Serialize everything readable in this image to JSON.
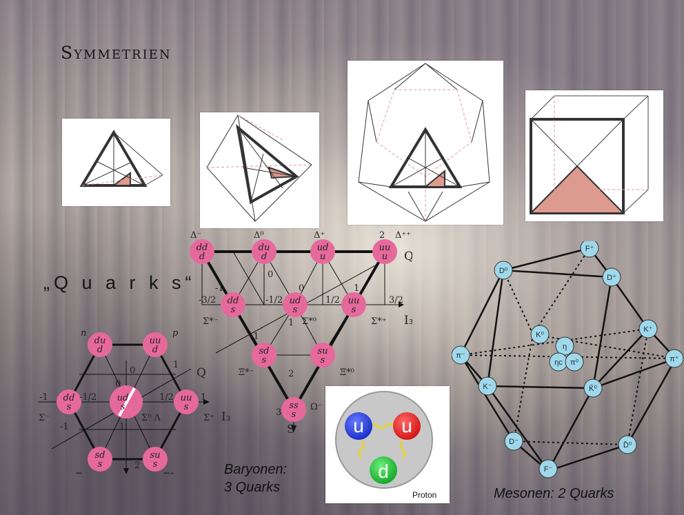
{
  "title": "Symmetrien",
  "quarks_label": "„Q u a r k s“",
  "baryon_caption": {
    "line1": "Baryonen:",
    "line2": "3 Quarks"
  },
  "meson_caption": "Mesonen: 2 Quarks",
  "proton_label": "Proton",
  "proton_quarks": [
    "u",
    "u",
    "d"
  ],
  "baryon_octet": {
    "nodes": [
      {
        "top": "du",
        "bottom": "d"
      },
      {
        "top": "uu",
        "bottom": "d"
      },
      {
        "top": "dd",
        "bottom": "s"
      },
      {
        "top": "ud",
        "bottom": "s"
      },
      {
        "top": "uu",
        "bottom": "s"
      },
      {
        "top": "sd",
        "bottom": "s"
      },
      {
        "top": "su",
        "bottom": "s"
      }
    ],
    "labels": {
      "n": "n",
      "p": "p",
      "sigma_minus": "Σ⁻",
      "sigma_plus": "Σ⁺",
      "sigma0_lambda": "Σ⁰ Λ",
      "xi_minus": "Ξ⁻",
      "xi_zero": "Ξ°",
      "i3": "I₃",
      "s": "S",
      "q": "Q",
      "tick_neg1": "-1",
      "tick_neg_half": "-1/2",
      "tick_half": "1/2",
      "tick_1": "1",
      "q0": "0",
      "q0b": "0",
      "tick_s1": "1",
      "tick_s2": "2",
      "q1": "1",
      "qm1": "-1"
    }
  },
  "baryon_decuplet": {
    "nodes": [
      {
        "top": "dd",
        "bottom": "d"
      },
      {
        "top": "du",
        "bottom": "d"
      },
      {
        "top": "ud",
        "bottom": "u"
      },
      {
        "top": "uu",
        "bottom": "u"
      },
      {
        "top": "dd",
        "bottom": "s"
      },
      {
        "top": "ud",
        "bottom": "s"
      },
      {
        "top": "uu",
        "bottom": "s"
      },
      {
        "top": "sd",
        "bottom": "s"
      },
      {
        "top": "su",
        "bottom": "s"
      },
      {
        "top": "ss",
        "bottom": "s"
      }
    ],
    "labels": {
      "delta_minus": "Δ⁻",
      "delta_zero": "Δ⁰",
      "delta_plus": "Δ⁺",
      "delta_plusplus": "Δ⁺⁺",
      "sigma_star_minus": "Σ*⁻",
      "sigma_star_zero": "Σ*⁰",
      "sigma_star_plus": "Σ*⁺",
      "xi_star_minus": "Ξ*⁻",
      "xi_star_zero": "Ξ*⁰",
      "omega_minus": "Ω⁻",
      "i3": "I₃",
      "s": "S",
      "q": "Q",
      "tick_neg_3half": "-3/2",
      "tick_neg_half": "-1/2",
      "tick_half": "1/2",
      "tick_3half": "3/2",
      "q0": "0",
      "q0b": "0",
      "q1": "1",
      "q2": "2",
      "qm1": "-1",
      "qm1b": "-1",
      "tick_s1": "1",
      "tick_s2": "2",
      "tick_s3": "3"
    }
  },
  "meson_nodes": [
    "F⁺",
    "D⁰",
    "D⁺",
    "K⁰",
    "K⁺",
    "η",
    "π⁻",
    "π⁺",
    "ηc",
    "π⁰",
    "K⁻",
    "K̄⁰",
    "D⁻",
    "D̄⁰",
    "F⁻"
  ],
  "colors": {
    "quark_node": "#e6699b",
    "meson_node": "#9fd8ea",
    "quark_u": "#1a2fc9",
    "quark_u2": "#d41515",
    "quark_d": "#16a82c",
    "face_fill": "#dd9a8e"
  },
  "icons": [
    "tetrahedron-figure",
    "octahedron-figure",
    "icosahedron-figure",
    "cube-figure"
  ]
}
